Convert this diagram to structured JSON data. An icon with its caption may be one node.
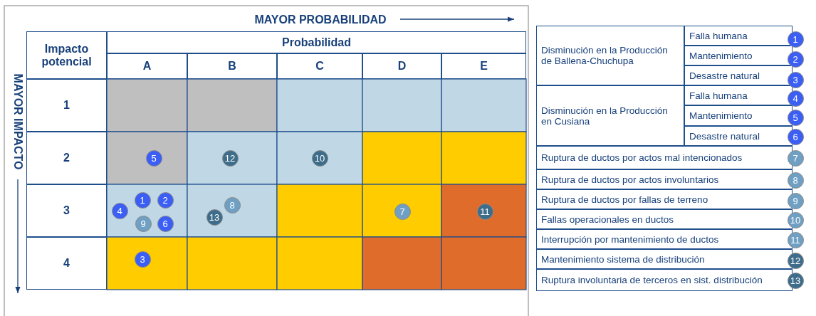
{
  "diagram": {
    "nodes": [
      {
        "text": [
          "5"
        ]
      },
      {
        "text": [
          "12"
        ]
      },
      {
        "text": [
          "10"
        ]
      },
      {
        "text": [
          "1"
        ]
      },
      {
        "text": [
          "2"
        ]
      },
      {
        "text": [
          "8"
        ]
      },
      {
        "text": [
          "4"
        ]
      },
      {
        "text": [
          "13"
        ]
      },
      {
        "text": [
          "7"
        ]
      },
      {
        "text": [
          "11"
        ]
      },
      {
        "text": [
          "9"
        ]
      },
      {
        "text": [
          "6"
        ]
      },
      {
        "text": [
          "3"
        ]
      },
      {
        "text": [
          "1"
        ]
      },
      {
        "text": [
          "2"
        ]
      },
      {
        "text": [
          "3"
        ]
      },
      {
        "text": [
          "4"
        ]
      },
      {
        "text": [
          "5"
        ]
      },
      {
        "text": [
          "6"
        ]
      },
      {
        "text": [
          "7"
        ]
      },
      {
        "text": [
          "8"
        ]
      },
      {
        "text": [
          "9"
        ]
      },
      {
        "text": [
          "10"
        ]
      },
      {
        "text": [
          "11"
        ]
      },
      {
        "text": [
          "12"
        ]
      },
      {
        "text": [
          "13"
        ]
      }
    ],
    "labels": [
      "MAYOR PROBABILIDAD",
      "Impacto potencial",
      "Probabilidad",
      "A",
      "B",
      "C",
      "D",
      "E",
      "MAYOR IMPACTO",
      "1",
      "2",
      "3",
      "4",
      "Disminución en la Producción de Ballena-Chuchupa",
      "Falla humana",
      "Mantenimiento",
      "Desastre natural",
      "Disminución en la Producción en Cusiana",
      "Falla humana",
      "Mantenimiento",
      "Desastre natural",
      "Ruptura de ductos por actos mal intencionados",
      "Ruptura de ductos por actos involuntarios",
      "Ruptura de ductos por fallas de terreno",
      "Fallas operacionales en ductos",
      "Interrupción por mantenimiento de ductos",
      "Mantenimiento sistema de distribución",
      "Ruptura involuntaria de terceros en sist. distribución"
    ]
  }
}
